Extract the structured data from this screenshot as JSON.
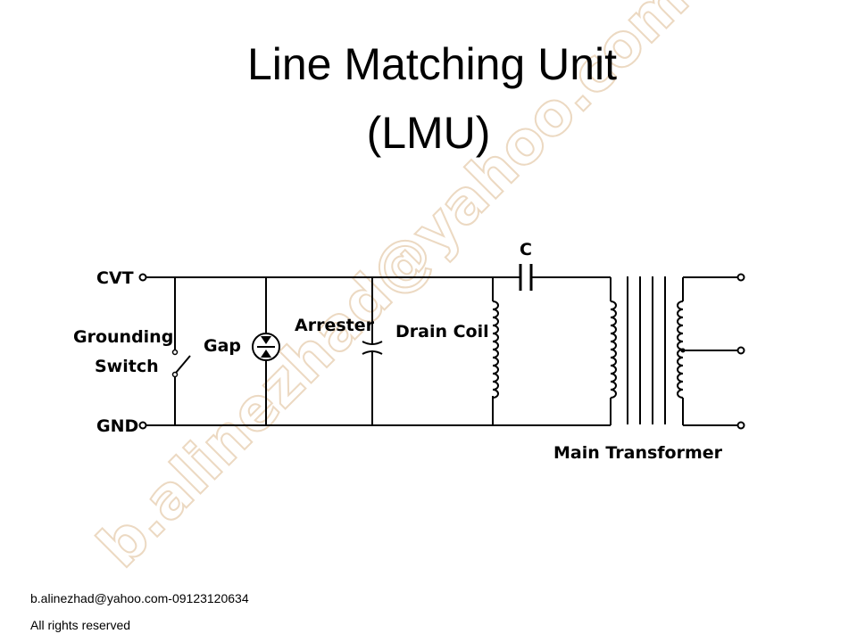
{
  "title": {
    "line1": "Line Matching Unit",
    "line2": "(LMU)"
  },
  "diagram": {
    "labels": {
      "cvt": "CVT",
      "grounding": "Grounding",
      "switch": "Switch",
      "gap": "Gap",
      "arrester": "Arrester",
      "drain_coil": "Drain Coil",
      "capacitor": "C",
      "gnd": "GND",
      "main_transformer": "Main Transformer"
    },
    "watermark": "b.alinezhad@yahoo.com"
  },
  "footer": {
    "contact": "b.alinezhad@yahoo.com-09123120634",
    "rights": "All rights reserved"
  }
}
